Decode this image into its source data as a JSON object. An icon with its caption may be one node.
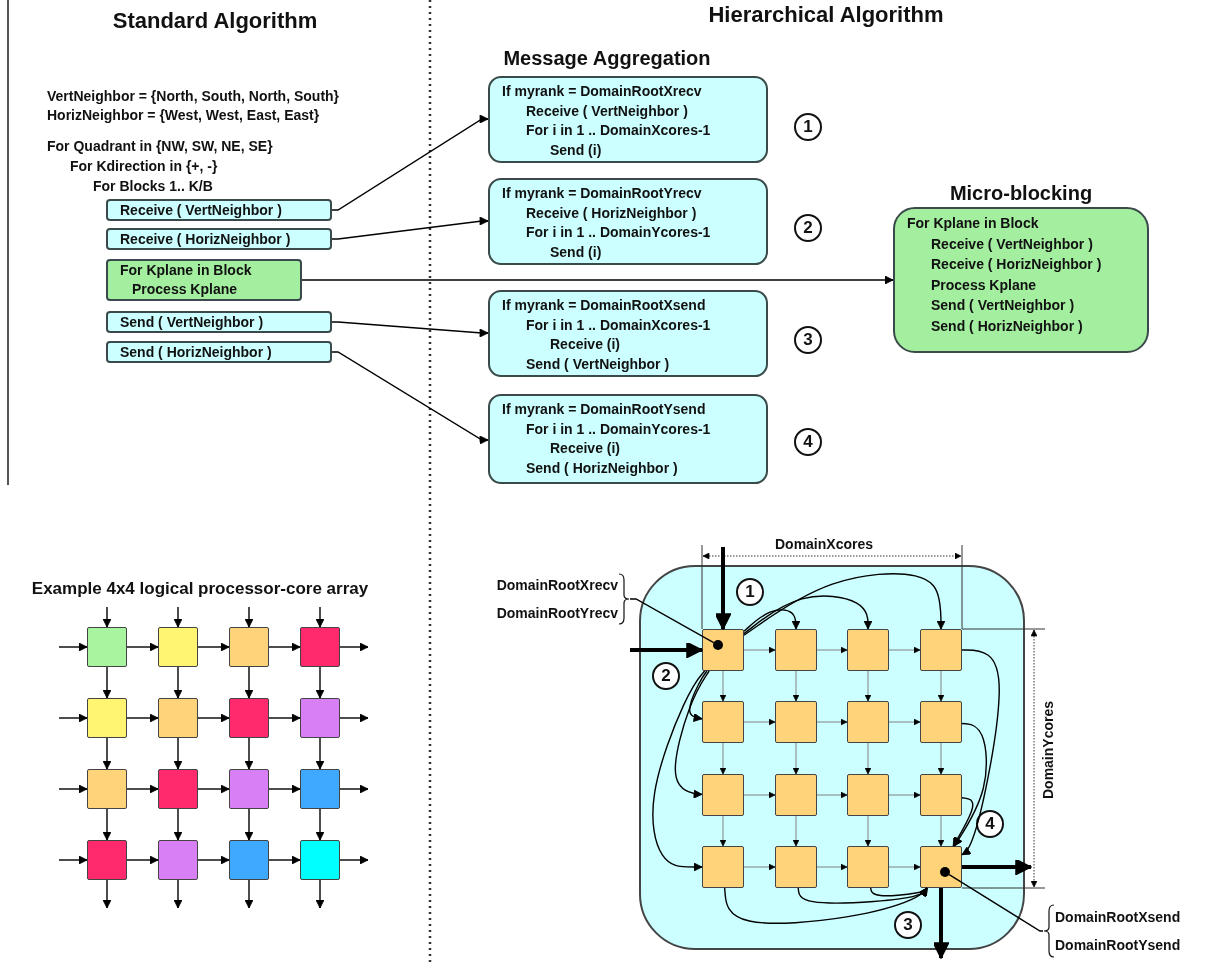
{
  "diagram": {
    "nodes": [
      {
        "text": [
          "Receive ( VertNeighbor )"
        ]
      },
      {
        "text": [
          "Receive ( HorizNeighbor )"
        ]
      },
      {
        "text": [
          "For Kplane in Block",
          "Process Kplane"
        ]
      },
      {
        "text": [
          "Send ( VertNeighbor )"
        ]
      },
      {
        "text": [
          "Send ( HorizNeighbor )"
        ]
      },
      {
        "text": [
          "If myrank = DomainRootXrecv",
          "Receive ( VertNeighbor )",
          "For i in 1 .. DomainXcores-1",
          "Send (i)"
        ]
      },
      {
        "text": [
          "If myrank = DomainRootYrecv",
          "Receive ( HorizNeighbor )",
          "For i in 1 .. DomainYcores-1",
          "Send (i)"
        ]
      },
      {
        "text": [
          "If myrank = DomainRootXsend",
          "For i in 1 .. DomainXcores-1",
          "Receive (i)",
          "Send ( VertNeighbor )"
        ]
      },
      {
        "text": [
          "If myrank = DomainRootYsend",
          "For i in 1 .. DomainYcores-1",
          "Receive (i)",
          "Send ( HorizNeighbor )"
        ]
      },
      {
        "text": [
          "For Kplane in Block",
          "Receive ( VertNeighbor )",
          "Receive ( HorizNeighbor )",
          "Process Kplane",
          "Send ( VertNeighbor )",
          "Send ( HorizNeighbor )"
        ],
        "beside": [
          "Micro-blocking"
        ]
      },
      {
        "text": [
          "1"
        ]
      },
      {
        "text": [
          "2"
        ]
      },
      {
        "text": [
          "3"
        ]
      },
      {
        "text": [
          "4"
        ]
      },
      {
        "text": [],
        "shape": "box"
      },
      {
        "text": [],
        "shape": "box"
      },
      {
        "text": [],
        "shape": "box"
      },
      {
        "text": [],
        "shape": "box"
      },
      {
        "text": [],
        "shape": "box"
      },
      {
        "text": [],
        "shape": "box"
      },
      {
        "text": [],
        "shape": "box"
      },
      {
        "text": [],
        "shape": "box"
      },
      {
        "text": [],
        "shape": "box"
      },
      {
        "text": [],
        "shape": "box"
      },
      {
        "text": [],
        "shape": "box"
      },
      {
        "text": [],
        "shape": "box"
      },
      {
        "text": [],
        "shape": "box"
      },
      {
        "text": [],
        "shape": "box"
      },
      {
        "text": [],
        "shape": "box"
      },
      {
        "text": [],
        "shape": "box"
      },
      {
        "text": [],
        "shape": "box"
      },
      {
        "text": [],
        "shape": "box",
        "in": 30
      },
      {
        "text": [],
        "shape": "box",
        "in": 30
      },
      {
        "text": [],
        "shape": "box",
        "in": 30
      },
      {
        "text": [],
        "shape": "box",
        "in": 30
      },
      {
        "text": [],
        "shape": "box",
        "in": 30
      },
      {
        "text": [],
        "shape": "box",
        "in": 30
      },
      {
        "text": [],
        "shape": "box",
        "in": 30
      },
      {
        "text": [],
        "shape": "box",
        "in": 30
      },
      {
        "text": [],
        "shape": "box",
        "in": 30
      },
      {
        "text": [],
        "shape": "box",
        "in": 30
      },
      {
        "text": [],
        "shape": "box",
        "in": 30
      },
      {
        "text": [],
        "shape": "box",
        "in": 30
      },
      {
        "text": [],
        "shape": "box",
        "in": 30
      },
      {
        "text": [],
        "shape": "box",
        "in": 30
      },
      {
        "text": [],
        "shape": "box",
        "in": 30
      },
      {
        "text": [],
        "shape": "box",
        "in": 30
      },
      {
        "text": [],
        "shape": "circle",
        "in": 31
      },
      {
        "text": [],
        "shape": "circle",
        "in": 46
      },
      {
        "text": [
          "1"
        ],
        "in": 30
      },
      {
        "text": [
          "2"
        ],
        "in": 30
      },
      {
        "text": [
          "3"
        ],
        "in": 30
      },
      {
        "text": [
          "4"
        ],
        "in": 30
      },
      {
        "text": [
          "DomainRootXrecv",
          "DomainRootYrecv"
        ]
      },
      {
        "text": [
          "DomainRootXsend",
          "DomainRootYsend"
        ]
      }
    ],
    "edges": [
      {
        "from": 0,
        "to": 5,
        "arrow": "to"
      },
      {
        "from": 1,
        "to": 6,
        "arrow": "to"
      },
      {
        "from": 2,
        "to": 9,
        "arrow": "to"
      },
      {
        "from": 3,
        "to": 7,
        "arrow": "to"
      },
      {
        "from": 4,
        "to": 8,
        "arrow": "to"
      },
      {
        "from": 14,
        "to": 15,
        "arrow": "to"
      },
      {
        "from": 15,
        "to": 16,
        "arrow": "to"
      },
      {
        "from": 16,
        "to": 17,
        "arrow": "to"
      },
      {
        "from": 18,
        "to": 19,
        "arrow": "to"
      },
      {
        "from": 19,
        "to": 20,
        "arrow": "to"
      },
      {
        "from": 20,
        "to": 21,
        "arrow": "to"
      },
      {
        "from": 22,
        "to": 23,
        "arrow": "to"
      },
      {
        "from": 23,
        "to": 24,
        "arrow": "to"
      },
      {
        "from": 24,
        "to": 25,
        "arrow": "to"
      },
      {
        "from": 26,
        "to": 27,
        "arrow": "to"
      },
      {
        "from": 27,
        "to": 28,
        "arrow": "to"
      },
      {
        "from": 28,
        "to": 29,
        "arrow": "to"
      },
      {
        "from": 14,
        "to": 18,
        "arrow": "to"
      },
      {
        "from": 15,
        "to": 19,
        "arrow": "to"
      },
      {
        "from": 16,
        "to": 20,
        "arrow": "to"
      },
      {
        "from": 17,
        "to": 21,
        "arrow": "to"
      },
      {
        "from": 18,
        "to": 22,
        "arrow": "to"
      },
      {
        "from": 19,
        "to": 23,
        "arrow": "to"
      },
      {
        "from": 20,
        "to": 24,
        "arrow": "to"
      },
      {
        "from": 21,
        "to": 25,
        "arrow": "to"
      },
      {
        "from": 22,
        "to": 26,
        "arrow": "to"
      },
      {
        "from": 23,
        "to": 27,
        "arrow": "to"
      },
      {
        "from": 24,
        "to": 28,
        "arrow": "to"
      },
      {
        "from": 25,
        "to": 29,
        "arrow": "to"
      },
      {
        "from": null,
        "to": 14,
        "arrow": "to"
      },
      {
        "from": null,
        "to": 18,
        "arrow": "to"
      },
      {
        "from": null,
        "to": 22,
        "arrow": "to"
      },
      {
        "from": null,
        "to": 26,
        "arrow": "to"
      },
      {
        "from": null,
        "to": 14,
        "arrow": "to"
      },
      {
        "from": null,
        "to": 15,
        "arrow": "to"
      },
      {
        "from": null,
        "to": 16,
        "arrow": "to"
      },
      {
        "from": null,
        "to": 17,
        "arrow": "to"
      },
      {
        "from": 17,
        "to": null,
        "arrow": "to"
      },
      {
        "from": 21,
        "to": null,
        "arrow": "to"
      },
      {
        "from": 25,
        "to": null,
        "arrow": "to"
      },
      {
        "from": 29,
        "to": null,
        "arrow": "to"
      },
      {
        "from": 26,
        "to": null,
        "arrow": "to"
      },
      {
        "from": 27,
        "to": null,
        "arrow": "to"
      },
      {
        "from": 28,
        "to": null,
        "arrow": "to"
      },
      {
        "from": 29,
        "to": null,
        "arrow": "to"
      },
      {
        "from": 31,
        "to": 32,
        "arrow": "to",
        "color": "#9fb0b0"
      },
      {
        "from": 32,
        "to": 33,
        "arrow": "to",
        "color": "#9fb0b0"
      },
      {
        "from": 33,
        "to": 34,
        "arrow": "to",
        "color": "#9fb0b0"
      },
      {
        "from": 35,
        "to": 36,
        "arrow": "to",
        "color": "#9fb0b0"
      },
      {
        "from": 36,
        "to": 37,
        "arrow": "to",
        "color": "#9fb0b0"
      },
      {
        "from": 37,
        "to": 38,
        "arrow": "to",
        "color": "#9fb0b0"
      },
      {
        "from": 39,
        "to": 40,
        "arrow": "to",
        "color": "#9fb0b0"
      },
      {
        "from": 40,
        "to": 41,
        "arrow": "to",
        "color": "#9fb0b0"
      },
      {
        "from": 41,
        "to": 42,
        "arrow": "to",
        "color": "#9fb0b0"
      },
      {
        "from": 43,
        "to": 44,
        "arrow": "to",
        "color": "#9fb0b0"
      },
      {
        "from": 44,
        "to": 45,
        "arrow": "to",
        "color": "#9fb0b0"
      },
      {
        "from": 45,
        "to": 46,
        "arrow": "to",
        "color": "#9fb0b0"
      },
      {
        "from": 31,
        "to": 35,
        "arrow": "to",
        "color": "#9fb0b0"
      },
      {
        "from": 32,
        "to": 36,
        "arrow": "to",
        "color": "#9fb0b0"
      },
      {
        "from": 33,
        "to": 37,
        "arrow": "to",
        "color": "#9fb0b0"
      },
      {
        "from": 34,
        "to": 38,
        "arrow": "to",
        "color": "#9fb0b0"
      },
      {
        "from": 35,
        "to": 39,
        "arrow": "to",
        "color": "#9fb0b0"
      },
      {
        "from": 36,
        "to": 40,
        "arrow": "to",
        "color": "#9fb0b0"
      },
      {
        "from": 37,
        "to": 41,
        "arrow": "to",
        "color": "#9fb0b0"
      },
      {
        "from": 38,
        "to": 42,
        "arrow": "to",
        "color": "#9fb0b0"
      },
      {
        "from": 39,
        "to": 43,
        "arrow": "to",
        "color": "#9fb0b0"
      },
      {
        "from": 40,
        "to": 44,
        "arrow": "to",
        "color": "#9fb0b0"
      },
      {
        "from": 41,
        "to": 45,
        "arrow": "to",
        "color": "#9fb0b0"
      },
      {
        "from": 42,
        "to": 46,
        "arrow": "to",
        "color": "#9fb0b0"
      },
      {
        "from": 31,
        "to": 32,
        "arrow": "to"
      },
      {
        "from": 31,
        "to": 33,
        "arrow": "to"
      },
      {
        "from": 31,
        "to": 34,
        "arrow": "to"
      },
      {
        "from": 31,
        "to": 35,
        "arrow": "to"
      },
      {
        "from": 31,
        "to": 39,
        "arrow": "to"
      },
      {
        "from": 31,
        "to": 43,
        "arrow": "to"
      },
      {
        "from": 34,
        "to": 46,
        "arrow": "to"
      },
      {
        "from": 38,
        "to": 46,
        "arrow": "to"
      },
      {
        "from": 42,
        "to": 46,
        "arrow": "to"
      },
      {
        "from": 43,
        "to": 46,
        "arrow": "to"
      },
      {
        "from": 44,
        "to": 46,
        "arrow": "to"
      },
      {
        "from": 45,
        "to": 46,
        "arrow": "to"
      },
      {
        "from": null,
        "to": 31,
        "arrow": "to",
        "style": "thick"
      },
      {
        "from": null,
        "to": 31,
        "arrow": "to",
        "style": "thick"
      },
      {
        "from": 46,
        "to": null,
        "arrow": "to",
        "style": "thick"
      },
      {
        "from": 46,
        "to": null,
        "arrow": "to",
        "style": "thick"
      },
      {
        "from": 53,
        "to": 47,
        "arrow": "none"
      },
      {
        "from": 54,
        "to": 48,
        "arrow": "none"
      }
    ],
    "labels": [
      "Standard Algorithm",
      "Hierarchical Algorithm",
      "Message Aggregation",
      "VertNeighbor = {North, South, North, South}",
      "HorizNeighbor = {West, West, East, East}",
      "For Quadrant in {NW, SW, NE, SE}",
      "For Kdirection in {+, -}",
      "For Blocks 1.. K/B",
      "Example 4x4 logical processor-core array",
      "DomainXcores",
      "DomainYcores"
    ]
  }
}
